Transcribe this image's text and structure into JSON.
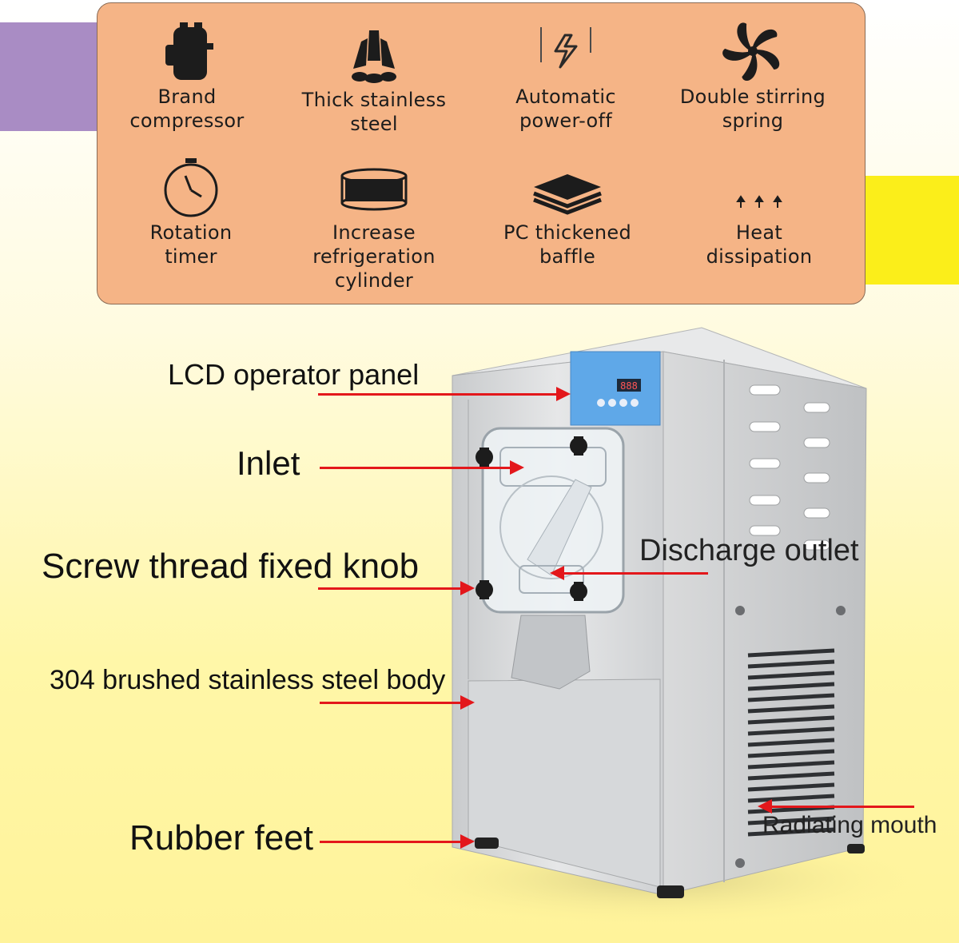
{
  "features": [
    {
      "label": "Brand\ncompressor",
      "icon": "compressor-icon"
    },
    {
      "label": "Thick stainless\nsteel",
      "icon": "stainless-steel-icon"
    },
    {
      "label": "Automatic\npower-off",
      "icon": "lightning-icon"
    },
    {
      "label": "Double stirring\nspring",
      "icon": "fan-icon"
    },
    {
      "label": "Rotation\ntimer",
      "icon": "timer-icon"
    },
    {
      "label": "Increase\nrefrigeration cylinder",
      "icon": "cylinder-icon"
    },
    {
      "label": "PC thickened\nbaffle",
      "icon": "layers-icon"
    },
    {
      "label": "Heat\ndissipation",
      "icon": "heat-arrows-icon"
    }
  ],
  "callouts": {
    "lcd_panel": "LCD operator panel",
    "inlet": "Inlet",
    "knob": "Screw thread fixed knob",
    "discharge": "Discharge outlet",
    "body": "304 brushed stainless steel body",
    "feet": "Rubber feet",
    "radiating": "Radiating mouth"
  },
  "display": {
    "digits": "888"
  },
  "colors": {
    "panel_background": "#f5b486",
    "arrow": "#e3171b",
    "lcd_panel": "#5fa8e8",
    "stripe_left": "#a98cc4",
    "stripe_right": "#fbee1a"
  }
}
